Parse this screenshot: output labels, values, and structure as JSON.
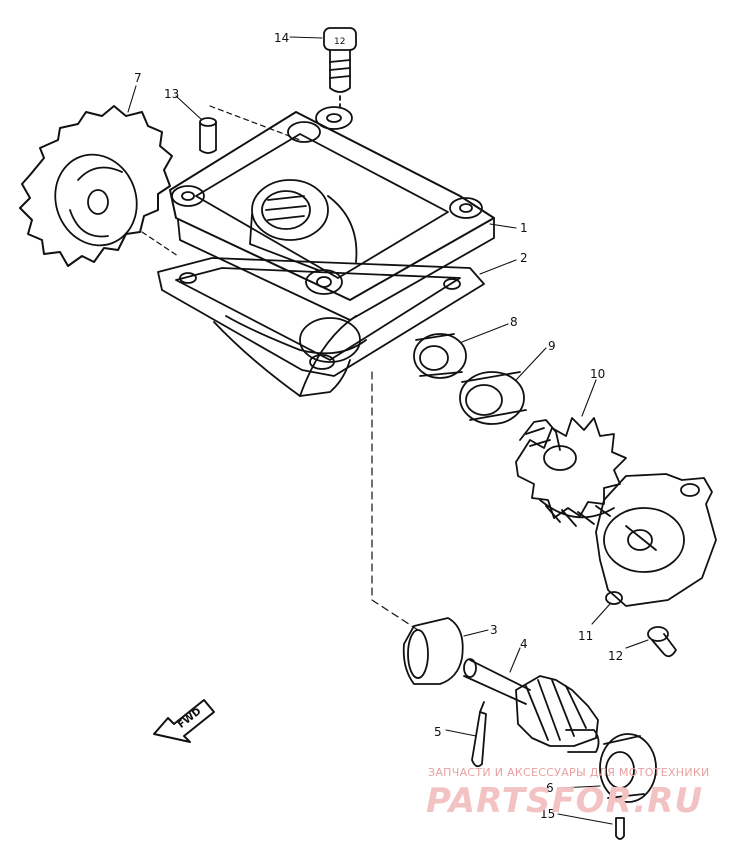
{
  "diagram": {
    "callouts": [
      {
        "id": "1",
        "label": "1"
      },
      {
        "id": "2",
        "label": "2"
      },
      {
        "id": "3",
        "label": "3"
      },
      {
        "id": "4",
        "label": "4"
      },
      {
        "id": "5",
        "label": "5"
      },
      {
        "id": "6",
        "label": "6"
      },
      {
        "id": "7",
        "label": "7"
      },
      {
        "id": "8",
        "label": "8"
      },
      {
        "id": "9",
        "label": "9"
      },
      {
        "id": "10",
        "label": "10"
      },
      {
        "id": "11",
        "label": "11"
      },
      {
        "id": "12",
        "label": "12"
      },
      {
        "id": "13",
        "label": "13"
      },
      {
        "id": "14",
        "label": "14"
      },
      {
        "id": "15",
        "label": "15"
      }
    ],
    "fwd_arrow_label": "FWD"
  },
  "watermark": {
    "tagline": "ЗАПЧАСТИ И АКСЕССУАРЫ ДЛЯ МОТОТЕХНИКИ",
    "site": "PARTSFOR.RU",
    "color": "#e8a0a0"
  }
}
